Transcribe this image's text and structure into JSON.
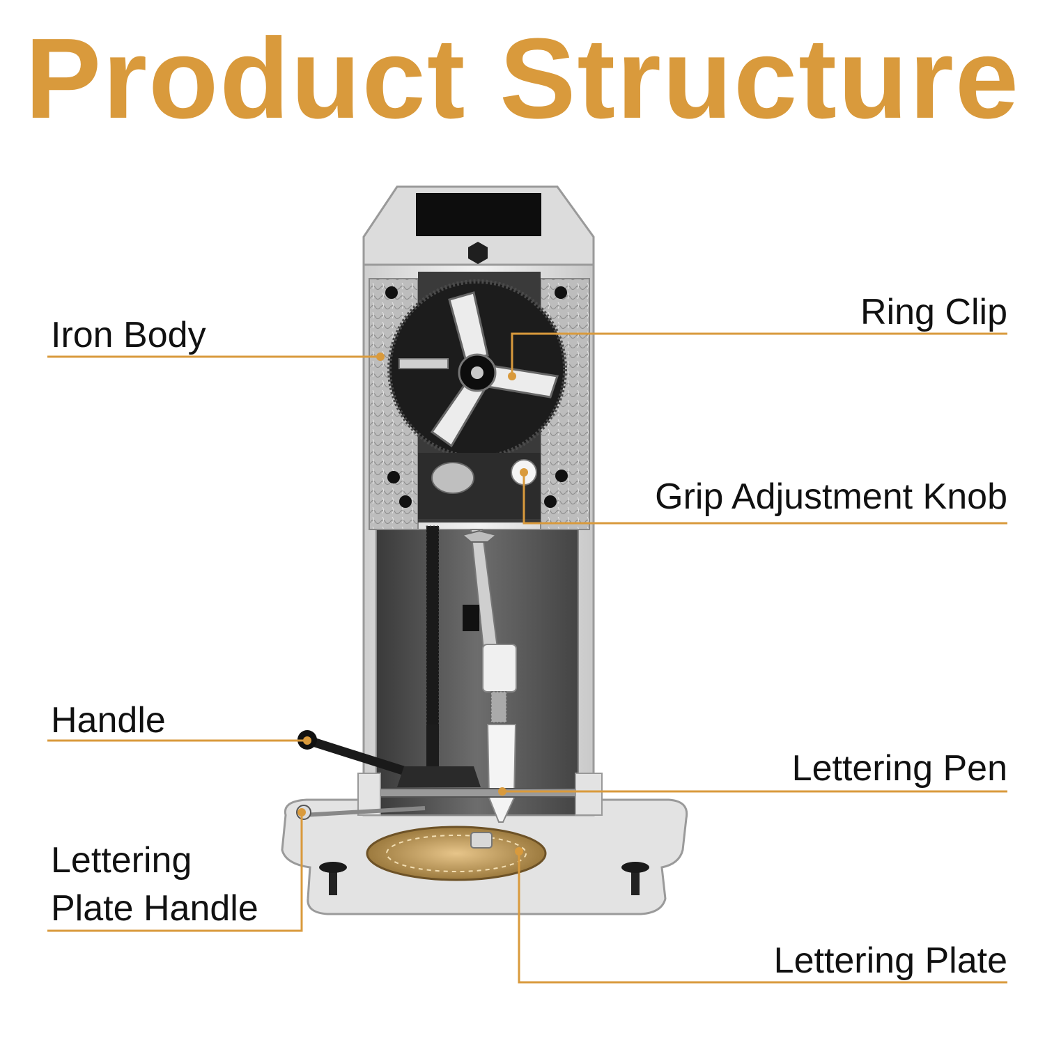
{
  "title": "Product Structure",
  "accent_color": "#d99a3c",
  "labels": {
    "iron_body": "Iron Body",
    "ring_clip": "Ring Clip",
    "grip_adjustment_knob": "Grip Adjustment Knob",
    "handle": "Handle",
    "lettering_pen": "Lettering Pen",
    "lettering_plate_handle_line1": "Lettering",
    "lettering_plate_handle_line2": "Plate Handle",
    "lettering_plate": "Lettering Plate"
  }
}
